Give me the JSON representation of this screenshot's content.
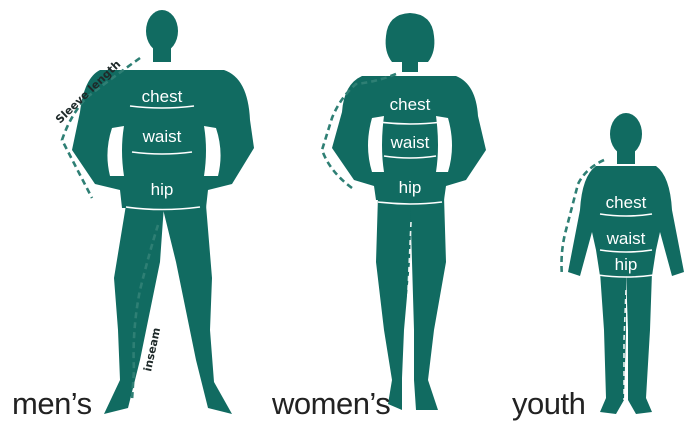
{
  "colors": {
    "figure": "#116b61",
    "guide": "#2e7f74",
    "band": "#ffffff",
    "caption": "#222222"
  },
  "figures": {
    "men": {
      "caption": "men’s",
      "chest": "chest",
      "waist": "waist",
      "hip": "hip",
      "sleeve": "Sleeve length",
      "inseam": "inseam"
    },
    "women": {
      "caption": "women’s",
      "chest": "chest",
      "waist": "waist",
      "hip": "hip"
    },
    "youth": {
      "caption": "youth",
      "chest": "chest",
      "waist": "waist",
      "hip": "hip"
    }
  }
}
